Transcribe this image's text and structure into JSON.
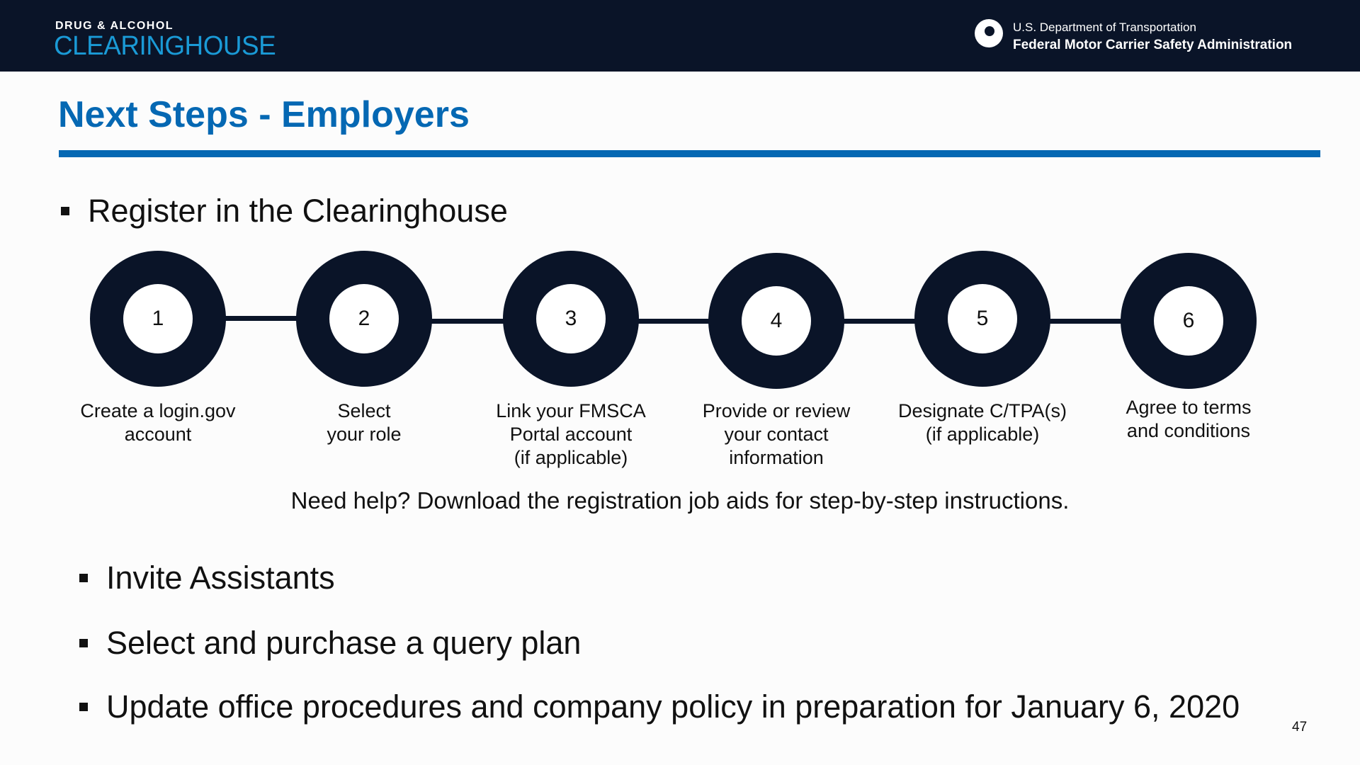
{
  "header": {
    "logo_top": "DRUG & ALCOHOL",
    "logo_main": "CLEARINGHOUSE",
    "dept": "U.S. Department of Transportation",
    "agency": "Federal Motor Carrier Safety Administration"
  },
  "title": "Next Steps - Employers",
  "bullets": [
    "Register in the Clearinghouse",
    "Invite Assistants",
    "Select and purchase a query plan",
    "Update office procedures and company policy in preparation for January 6, 2020"
  ],
  "steps": [
    {
      "num": "1",
      "label": "Create a login.gov\naccount"
    },
    {
      "num": "2",
      "label": "Select\nyour role"
    },
    {
      "num": "3",
      "label": "Link your FMSCA\nPortal account\n(if applicable)"
    },
    {
      "num": "4",
      "label": "Provide or review\nyour contact\ninformation"
    },
    {
      "num": "5",
      "label": "Designate C/TPA(s)\n(if applicable)"
    },
    {
      "num": "6",
      "label": "Agree to terms\nand conditions"
    }
  ],
  "help": "Need help? Download the registration job aids for step-by-step instructions.",
  "page_number": "47"
}
